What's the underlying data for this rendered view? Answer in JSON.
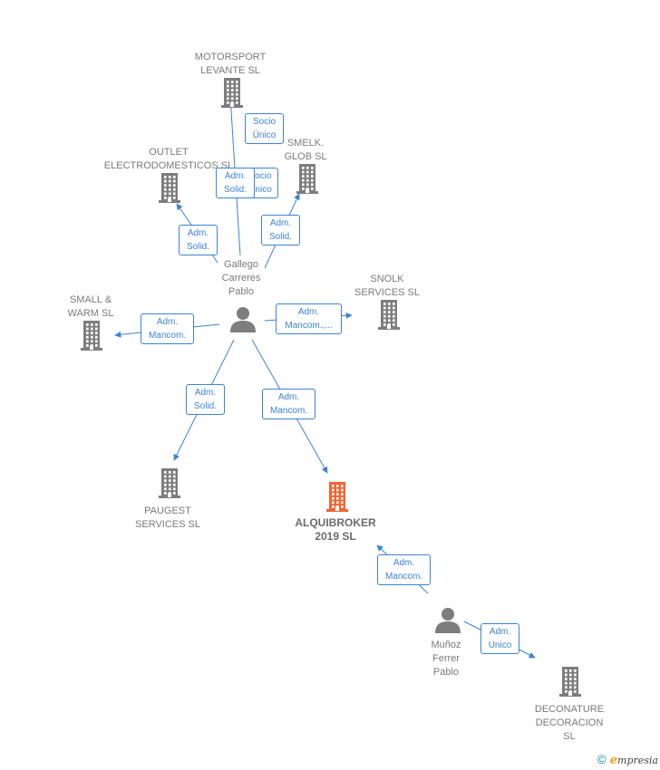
{
  "colors": {
    "edge": "#3c82d4",
    "company": "#7d7d7d",
    "company_highlight": "#f26430",
    "person": "#7d7d7d",
    "label": "#7a7a7a"
  },
  "nodes": {
    "motorsport": {
      "type": "company",
      "icon": "building-icon",
      "lines": [
        "MOTORSPORT",
        "LEVANTE SL"
      ]
    },
    "outlet": {
      "type": "company",
      "icon": "building-icon",
      "lines": [
        "OUTLET",
        "ELECTRODOMESTICOS SL"
      ]
    },
    "smelk": {
      "type": "company",
      "icon": "building-icon",
      "lines": [
        "SMELK.",
        "GLOB SL"
      ]
    },
    "snolk": {
      "type": "company",
      "icon": "building-icon",
      "lines": [
        "SNOLK",
        "SERVICES SL"
      ]
    },
    "small": {
      "type": "company",
      "icon": "building-icon",
      "lines": [
        "SMALL &",
        "WARM SL"
      ]
    },
    "paugest": {
      "type": "company",
      "icon": "building-icon",
      "lines": [
        "PAUGEST",
        "SERVICES SL"
      ]
    },
    "alquibroker": {
      "type": "company",
      "icon": "building-icon",
      "highlight": true,
      "lines": [
        "ALQUIBROKER",
        "2019 SL"
      ]
    },
    "deconature": {
      "type": "company",
      "icon": "building-icon",
      "lines": [
        "DECONATURE",
        "DECORACION",
        "SL"
      ]
    },
    "gallego": {
      "type": "person",
      "icon": "person-icon",
      "lines": [
        "Gallego",
        "Carreres",
        "Pablo"
      ]
    },
    "munoz": {
      "type": "person",
      "icon": "person-icon",
      "lines": [
        "Muñoz",
        "Ferrer",
        "Pablo"
      ]
    }
  },
  "edges": [
    {
      "id": "socio-motorsport",
      "from": "gallego",
      "to": "motorsport",
      "lines": [
        "Socio",
        "Único"
      ]
    },
    {
      "id": "adm-motorsport",
      "from": "gallego",
      "to": "motorsport",
      "lines": [
        "Adm.",
        "Solid."
      ]
    },
    {
      "id": "socio-smelk",
      "from": "gallego",
      "to": "smelk",
      "lines": [
        "Socio",
        "Único"
      ]
    },
    {
      "id": "adm-smelk",
      "from": "gallego",
      "to": "smelk",
      "lines": [
        "Adm.",
        "Solid."
      ]
    },
    {
      "id": "adm-outlet",
      "from": "gallego",
      "to": "outlet",
      "lines": [
        "Adm.",
        "Solid."
      ]
    },
    {
      "id": "adm-small",
      "from": "gallego",
      "to": "small",
      "lines": [
        "Adm.",
        "Mancom."
      ]
    },
    {
      "id": "adm-snolk",
      "from": "gallego",
      "to": "snolk",
      "lines": [
        "Adm.",
        "Mancom.,..."
      ]
    },
    {
      "id": "adm-paugest",
      "from": "gallego",
      "to": "paugest",
      "lines": [
        "Adm.",
        "Solid."
      ]
    },
    {
      "id": "adm-alqui-g",
      "from": "gallego",
      "to": "alquibroker",
      "lines": [
        "Adm.",
        "Mancom."
      ]
    },
    {
      "id": "adm-alqui-m",
      "from": "munoz",
      "to": "alquibroker",
      "lines": [
        "Adm.",
        "Mancom."
      ]
    },
    {
      "id": "adm-deco",
      "from": "munoz",
      "to": "deconature",
      "lines": [
        "Adm.",
        "Unico"
      ]
    }
  ],
  "footer": {
    "copyright": "©",
    "brand_initial": "e",
    "brand_rest": "mpresia"
  }
}
